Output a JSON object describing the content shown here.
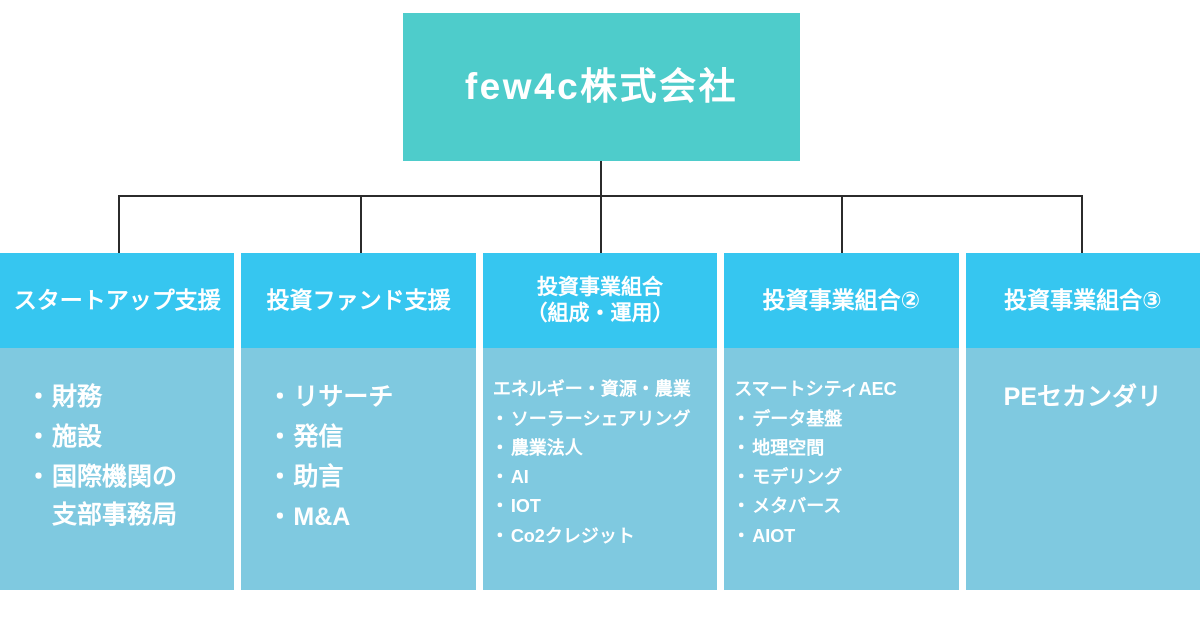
{
  "root": {
    "label": "few4c株式会社",
    "color": "#4ECCCB"
  },
  "theme": {
    "header_color": "#36C6F0",
    "body_color": "#7FC9E0",
    "text_color": "#FFFFFF",
    "connector_color": "#2B2B2B",
    "background": "#FFFFFF"
  },
  "children": [
    {
      "header": "スタートアップ支援",
      "subtitle": "",
      "items": [
        "財務",
        "施設",
        "国際機関の"
      ],
      "continuation": "支部事務局",
      "style": "large"
    },
    {
      "header": "投資ファンド支援",
      "subtitle": "",
      "items": [
        "リサーチ",
        "発信",
        "助言",
        "M&A"
      ],
      "continuation": "",
      "style": "large"
    },
    {
      "header": "投資事業組合\n（組成・運用）",
      "subtitle": "エネルギー・資源・農業",
      "items": [
        "ソーラーシェアリング",
        "農業法人",
        "AI",
        "IOT",
        "Co2クレジット"
      ],
      "continuation": "",
      "style": "small"
    },
    {
      "header": "投資事業組合②",
      "subtitle": "スマートシティAEC",
      "items": [
        "データ基盤",
        "地理空間",
        "モデリング",
        "メタバース",
        "AIOT"
      ],
      "continuation": "",
      "style": "small"
    },
    {
      "header": "投資事業組合③",
      "subtitle": "",
      "items": [
        "PEセカンダリ"
      ],
      "continuation": "",
      "style": "single"
    }
  ]
}
